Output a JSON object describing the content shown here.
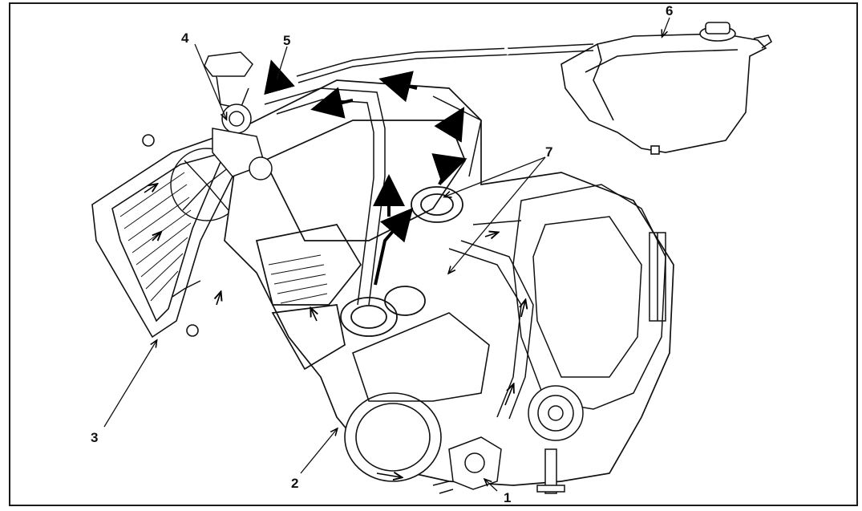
{
  "diagram": {
    "callouts": [
      {
        "id": "c1",
        "label": "1"
      },
      {
        "id": "c2",
        "label": "2"
      },
      {
        "id": "c3",
        "label": "3"
      },
      {
        "id": "c4",
        "label": "4"
      },
      {
        "id": "c5",
        "label": "5"
      },
      {
        "id": "c6",
        "label": "6"
      },
      {
        "id": "c7",
        "label": "7"
      }
    ],
    "colors": {
      "ink": "#111111",
      "paper": "#ffffff",
      "flow_arrow": "#000000"
    }
  }
}
